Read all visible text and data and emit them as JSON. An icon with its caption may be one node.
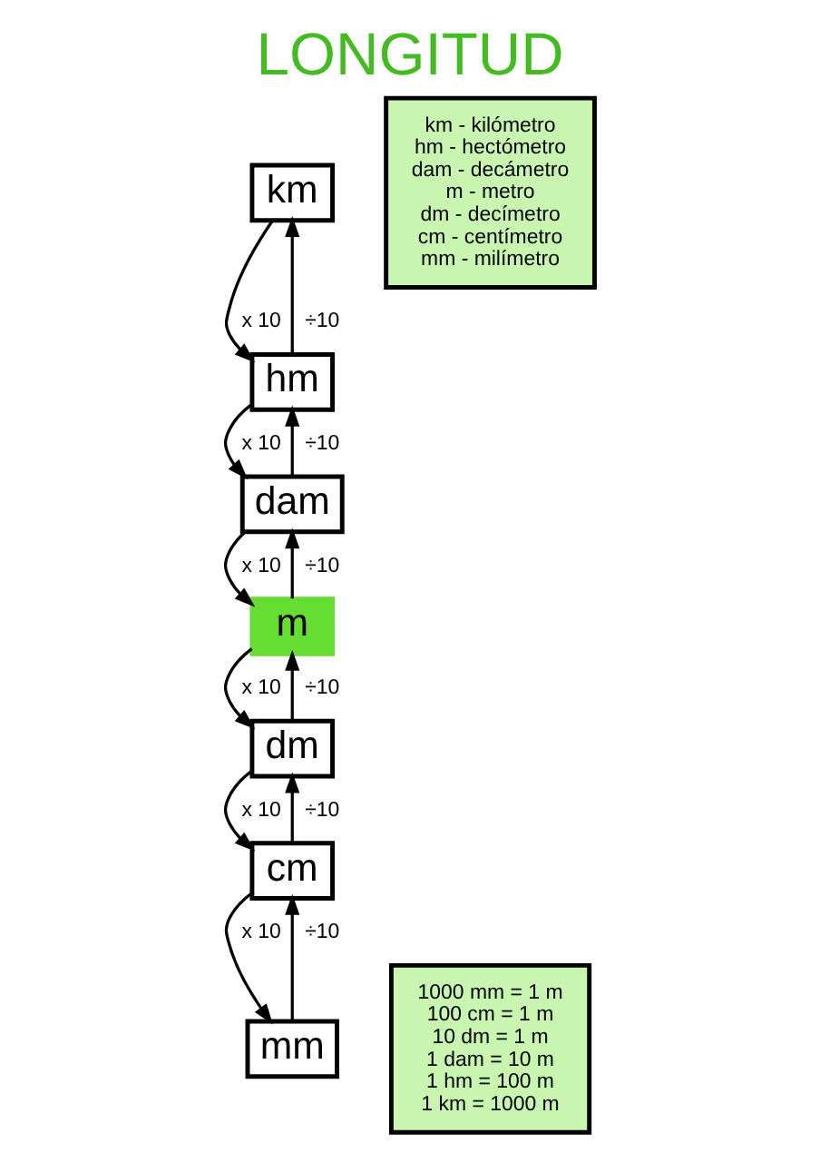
{
  "diagram": {
    "title": "LONGITUD",
    "nodes": [
      {
        "text": [
          "km"
        ]
      },
      {
        "text": [
          "hm"
        ]
      },
      {
        "text": [
          "dam"
        ]
      },
      {
        "text": [
          "m"
        ]
      },
      {
        "text": [
          "dm"
        ]
      },
      {
        "text": [
          "cm"
        ]
      },
      {
        "text": [
          "mm"
        ]
      },
      {
        "text": [
          "km - kilómetro",
          "hm - hectómetro",
          "dam - decámetro",
          "m - metro",
          "dm - decímetro",
          "cm - centímetro",
          "mm - milímetro"
        ]
      },
      {
        "text": [
          "1000 mm = 1 m",
          "100 cm = 1 m",
          "10 dm = 1 m",
          "1 dam = 10 m",
          "1 hm = 100 m",
          "1 km = 1000 m"
        ]
      }
    ],
    "edges": [
      {
        "from": 0,
        "to": 1,
        "arrow": "to",
        "label": "x 10"
      },
      {
        "from": 1,
        "to": 2,
        "arrow": "to",
        "label": "x 10"
      },
      {
        "from": 2,
        "to": 3,
        "arrow": "to",
        "label": "x 10"
      },
      {
        "from": 3,
        "to": 4,
        "arrow": "to",
        "label": "x 10"
      },
      {
        "from": 4,
        "to": 5,
        "arrow": "to",
        "label": "x 10"
      },
      {
        "from": 5,
        "to": 6,
        "arrow": "to",
        "label": "x 10"
      },
      {
        "from": 1,
        "to": 0,
        "arrow": "to",
        "label": "÷10"
      },
      {
        "from": 2,
        "to": 1,
        "arrow": "to",
        "label": "÷10"
      },
      {
        "from": 3,
        "to": 2,
        "arrow": "to",
        "label": "÷10"
      },
      {
        "from": 4,
        "to": 3,
        "arrow": "to",
        "label": "÷10"
      },
      {
        "from": 5,
        "to": 4,
        "arrow": "to",
        "label": "÷10"
      },
      {
        "from": 6,
        "to": 5,
        "arrow": "to",
        "label": "÷10"
      }
    ]
  }
}
